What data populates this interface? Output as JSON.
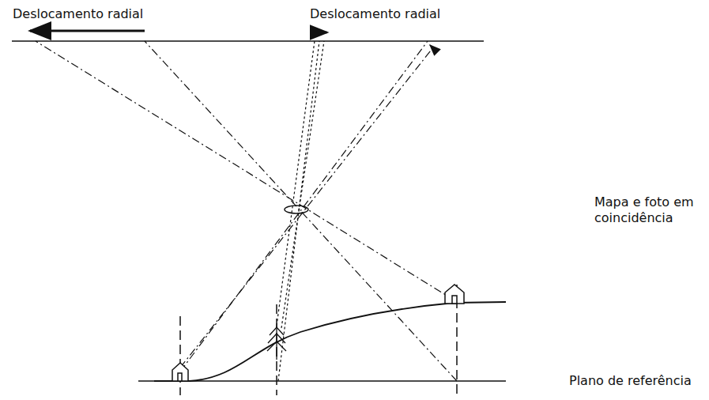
{
  "diagram": {
    "labels": [
      "Deslocamento radial",
      "Deslocamento radial",
      "Mapa e foto em coincidência",
      "Plano de referência"
    ]
  }
}
